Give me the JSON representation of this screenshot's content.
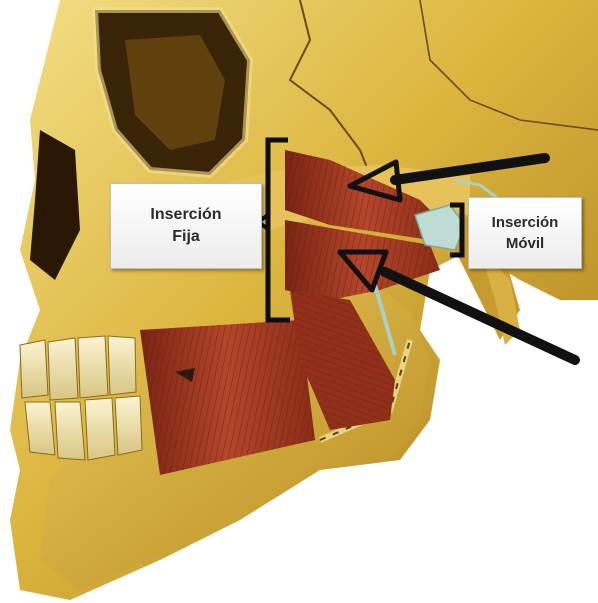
{
  "labels": {
    "fixed_insertion": {
      "line1": "Inserción",
      "line2": "Fija"
    },
    "mobile_insertion": {
      "line1": "Inserción",
      "line2": "Móvil"
    }
  },
  "colors": {
    "bone": "#d9b23a",
    "bone_light": "#f2db7a",
    "bone_shadow": "#8a6416",
    "muscle": "#8e2d19",
    "muscle_light": "#b8482c",
    "tendon": "#b9d8d0",
    "arrow": "#111111",
    "background": "#ffffff"
  }
}
